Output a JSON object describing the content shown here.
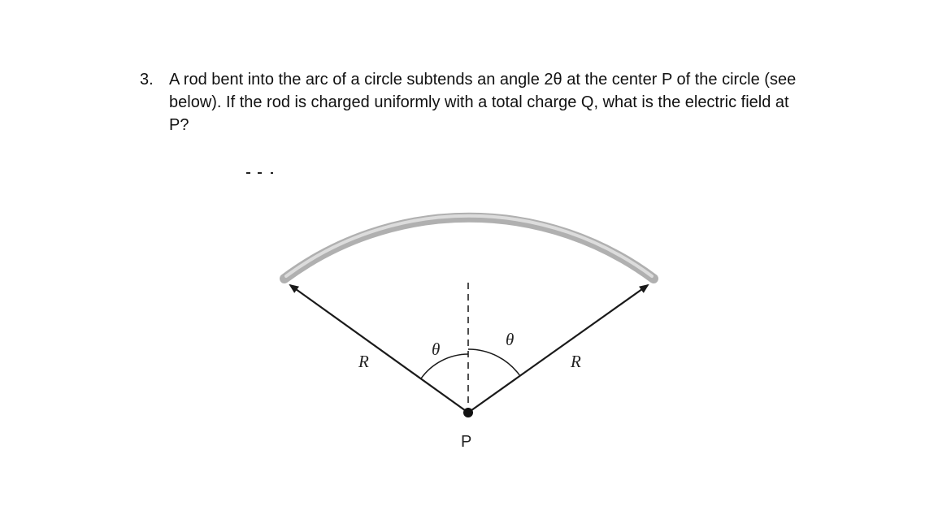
{
  "problem": {
    "number": "3.",
    "text": "A rod bent into the arc of a circle subtends an angle 2θ at the center P of the circle (see\nbelow). If the rod is charged uniformly with a total charge Q, what is the electric field at\nP?"
  },
  "figure": {
    "label_R_left": "R",
    "label_R_right": "R",
    "label_theta_left": "θ",
    "label_theta_right": "θ",
    "label_center": "P",
    "colors": {
      "rod": "#b5b5b5",
      "rod_highlight": "#dddddd",
      "lines": "#1a1a1a"
    }
  }
}
